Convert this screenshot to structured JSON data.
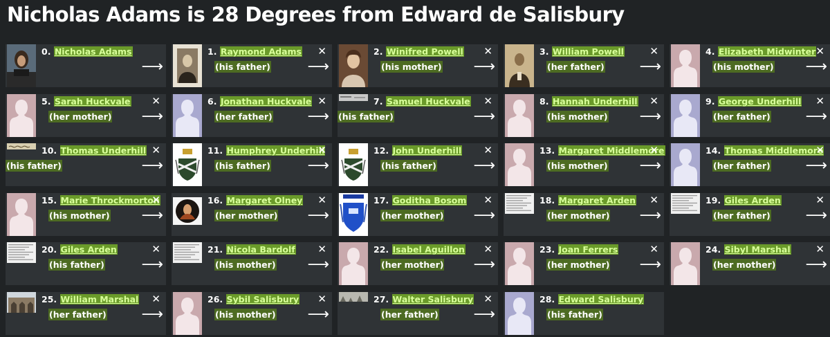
{
  "title": "Nicholas Adams is 28 Degrees from Edward de Salisbury",
  "close_glyph": "✕",
  "arrow_glyph": "⟶",
  "people": [
    {
      "num": "0.",
      "name": "Nicholas Adams",
      "rel": "",
      "photo": "portrait-dark",
      "close": false,
      "arrow": true
    },
    {
      "num": "1.",
      "name": "Raymond Adams",
      "rel": "(his father)",
      "photo": "portrait-sepia",
      "close": true,
      "arrow": true
    },
    {
      "num": "2.",
      "name": "Winifred Powell",
      "rel": "(his mother)",
      "photo": "portrait-brown",
      "close": true,
      "arrow": true
    },
    {
      "num": "3.",
      "name": "William Powell",
      "rel": "(her father)",
      "photo": "portrait-tan",
      "close": true,
      "arrow": true
    },
    {
      "num": "4.",
      "name": "Elizabeth Midwinter",
      "rel": "(his mother)",
      "photo": "silhouette-female",
      "close": true,
      "arrow": true
    },
    {
      "num": "5.",
      "name": "Sarah Huckvale",
      "rel": "(her mother)",
      "photo": "silhouette-female",
      "close": true,
      "arrow": true
    },
    {
      "num": "6.",
      "name": "Jonathan Huckvale",
      "rel": "(her father)",
      "photo": "silhouette-male",
      "close": true,
      "arrow": true
    },
    {
      "num": "7.",
      "name": "Samuel Huckvale",
      "rel": "(his father)",
      "photo": "document-strip",
      "close": true,
      "arrow": true
    },
    {
      "num": "8.",
      "name": "Hannah Underhill",
      "rel": "(his mother)",
      "photo": "silhouette-female",
      "close": true,
      "arrow": true
    },
    {
      "num": "9.",
      "name": "George Underhill",
      "rel": "(her father)",
      "photo": "silhouette-male",
      "close": true,
      "arrow": true
    },
    {
      "num": "10.",
      "name": "Thomas Underhill",
      "rel": "(his father)",
      "photo": "script-strip",
      "close": true,
      "arrow": true
    },
    {
      "num": "11.",
      "name": "Humphrey Underhill",
      "rel": "(his father)",
      "photo": "coat-of-arms",
      "close": true,
      "arrow": true
    },
    {
      "num": "12.",
      "name": "John Underhill",
      "rel": "(his father)",
      "photo": "coat-of-arms",
      "close": true,
      "arrow": true
    },
    {
      "num": "13.",
      "name": "Margaret Middlemore",
      "rel": "(his mother)",
      "photo": "silhouette-female",
      "close": true,
      "arrow": true
    },
    {
      "num": "14.",
      "name": "Thomas Middlemore",
      "rel": "(her father)",
      "photo": "silhouette-male",
      "close": true,
      "arrow": true
    },
    {
      "num": "15.",
      "name": "Marie Throckmorton",
      "rel": "(his mother)",
      "photo": "silhouette-female",
      "close": true,
      "arrow": true
    },
    {
      "num": "16.",
      "name": "Margaret Olney",
      "rel": "(her mother)",
      "photo": "painting-round",
      "close": true,
      "arrow": true
    },
    {
      "num": "17.",
      "name": "Goditha Bosom",
      "rel": "(her mother)",
      "photo": "blue-arms",
      "close": true,
      "arrow": true
    },
    {
      "num": "18.",
      "name": "Margaret Arden",
      "rel": "(her mother)",
      "photo": "document-page",
      "close": true,
      "arrow": true
    },
    {
      "num": "19.",
      "name": "Giles Arden",
      "rel": "(her father)",
      "photo": "document-page",
      "close": true,
      "arrow": true
    },
    {
      "num": "20.",
      "name": "Giles Arden",
      "rel": "(his father)",
      "photo": "document-page",
      "close": true,
      "arrow": true
    },
    {
      "num": "21.",
      "name": "Nicola Bardolf",
      "rel": "(his mother)",
      "photo": "document-page",
      "close": true,
      "arrow": true
    },
    {
      "num": "22.",
      "name": "Isabel Aguillon",
      "rel": "(her mother)",
      "photo": "silhouette-female",
      "close": true,
      "arrow": true
    },
    {
      "num": "23.",
      "name": "Joan Ferrers",
      "rel": "(her mother)",
      "photo": "silhouette-female",
      "close": true,
      "arrow": true
    },
    {
      "num": "24.",
      "name": "Sibyl Marshal",
      "rel": "(her mother)",
      "photo": "silhouette-female",
      "close": true,
      "arrow": true
    },
    {
      "num": "25.",
      "name": "William Marshal",
      "rel": "(her father)",
      "photo": "church-photo",
      "close": true,
      "arrow": true
    },
    {
      "num": "26.",
      "name": "Sybil Salisbury",
      "rel": "(his mother)",
      "photo": "silhouette-female",
      "close": true,
      "arrow": true
    },
    {
      "num": "27.",
      "name": "Walter Salisbury",
      "rel": "(her father)",
      "photo": "ruin-photo",
      "close": true,
      "arrow": true
    },
    {
      "num": "28.",
      "name": "Edward Salisbury",
      "rel": "(his father)",
      "photo": "silhouette-male",
      "close": false,
      "arrow": false
    }
  ]
}
